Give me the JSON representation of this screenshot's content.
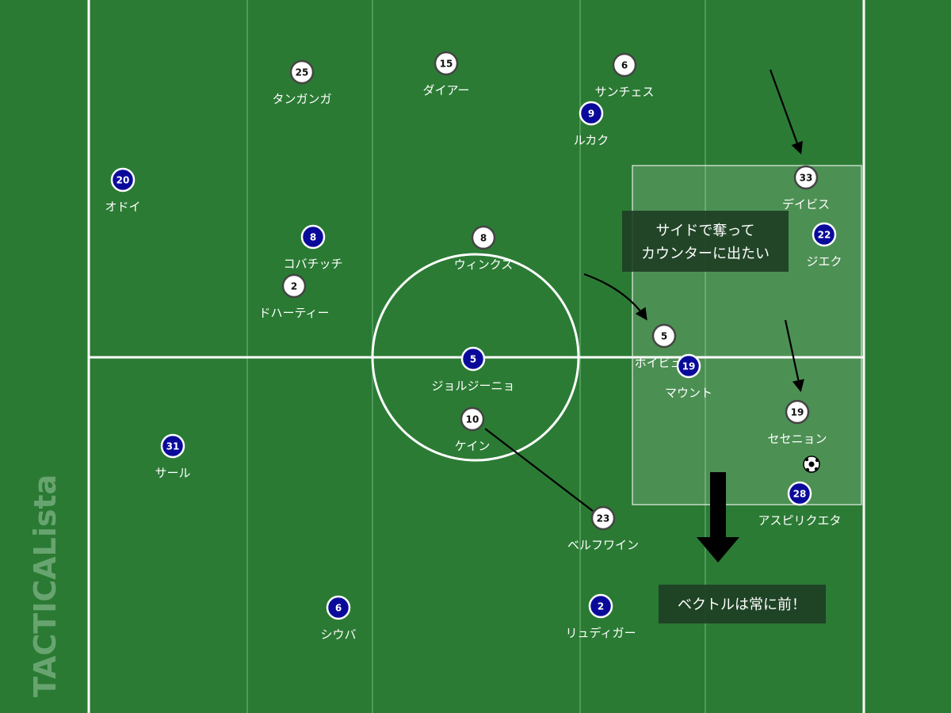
{
  "watermark": "TACTICALista",
  "notes": {
    "side_line1": "サイドで奪って",
    "side_line2": "カウンターに出たい",
    "vector": "ベクトルは常に前！"
  },
  "colors": {
    "pitch": "#2a7a33",
    "stripe": "#4f9a58",
    "team_blue": "#0a0a9a",
    "team_white": "#ffffff",
    "note_bg": "#1e3d24"
  },
  "players": {
    "white": [
      {
        "number": "25",
        "name": "タンガンガ"
      },
      {
        "number": "15",
        "name": "ダイアー"
      },
      {
        "number": "6",
        "name": "サンチェス"
      },
      {
        "number": "33",
        "name": "デイビス"
      },
      {
        "number": "8",
        "name": "ウィンクス"
      },
      {
        "number": "2",
        "name": "ドハーティー"
      },
      {
        "number": "5",
        "name": "ホイビュア"
      },
      {
        "number": "10",
        "name": "ケイン"
      },
      {
        "number": "19",
        "name": "セセニョン"
      },
      {
        "number": "23",
        "name": "ベルフワイン"
      }
    ],
    "blue": [
      {
        "number": "9",
        "name": "ルカク"
      },
      {
        "number": "20",
        "name": "オドイ"
      },
      {
        "number": "8",
        "name": "コバチッチ"
      },
      {
        "number": "22",
        "name": "ジエク"
      },
      {
        "number": "5",
        "name": "ジョルジーニョ"
      },
      {
        "number": "19",
        "name": "マウント"
      },
      {
        "number": "31",
        "name": "サール"
      },
      {
        "number": "28",
        "name": "アスピリクエタ"
      },
      {
        "number": "6",
        "name": "シウバ"
      },
      {
        "number": "2",
        "name": "リュディガー"
      }
    ]
  },
  "ball_icon": "soccer-ball-icon"
}
